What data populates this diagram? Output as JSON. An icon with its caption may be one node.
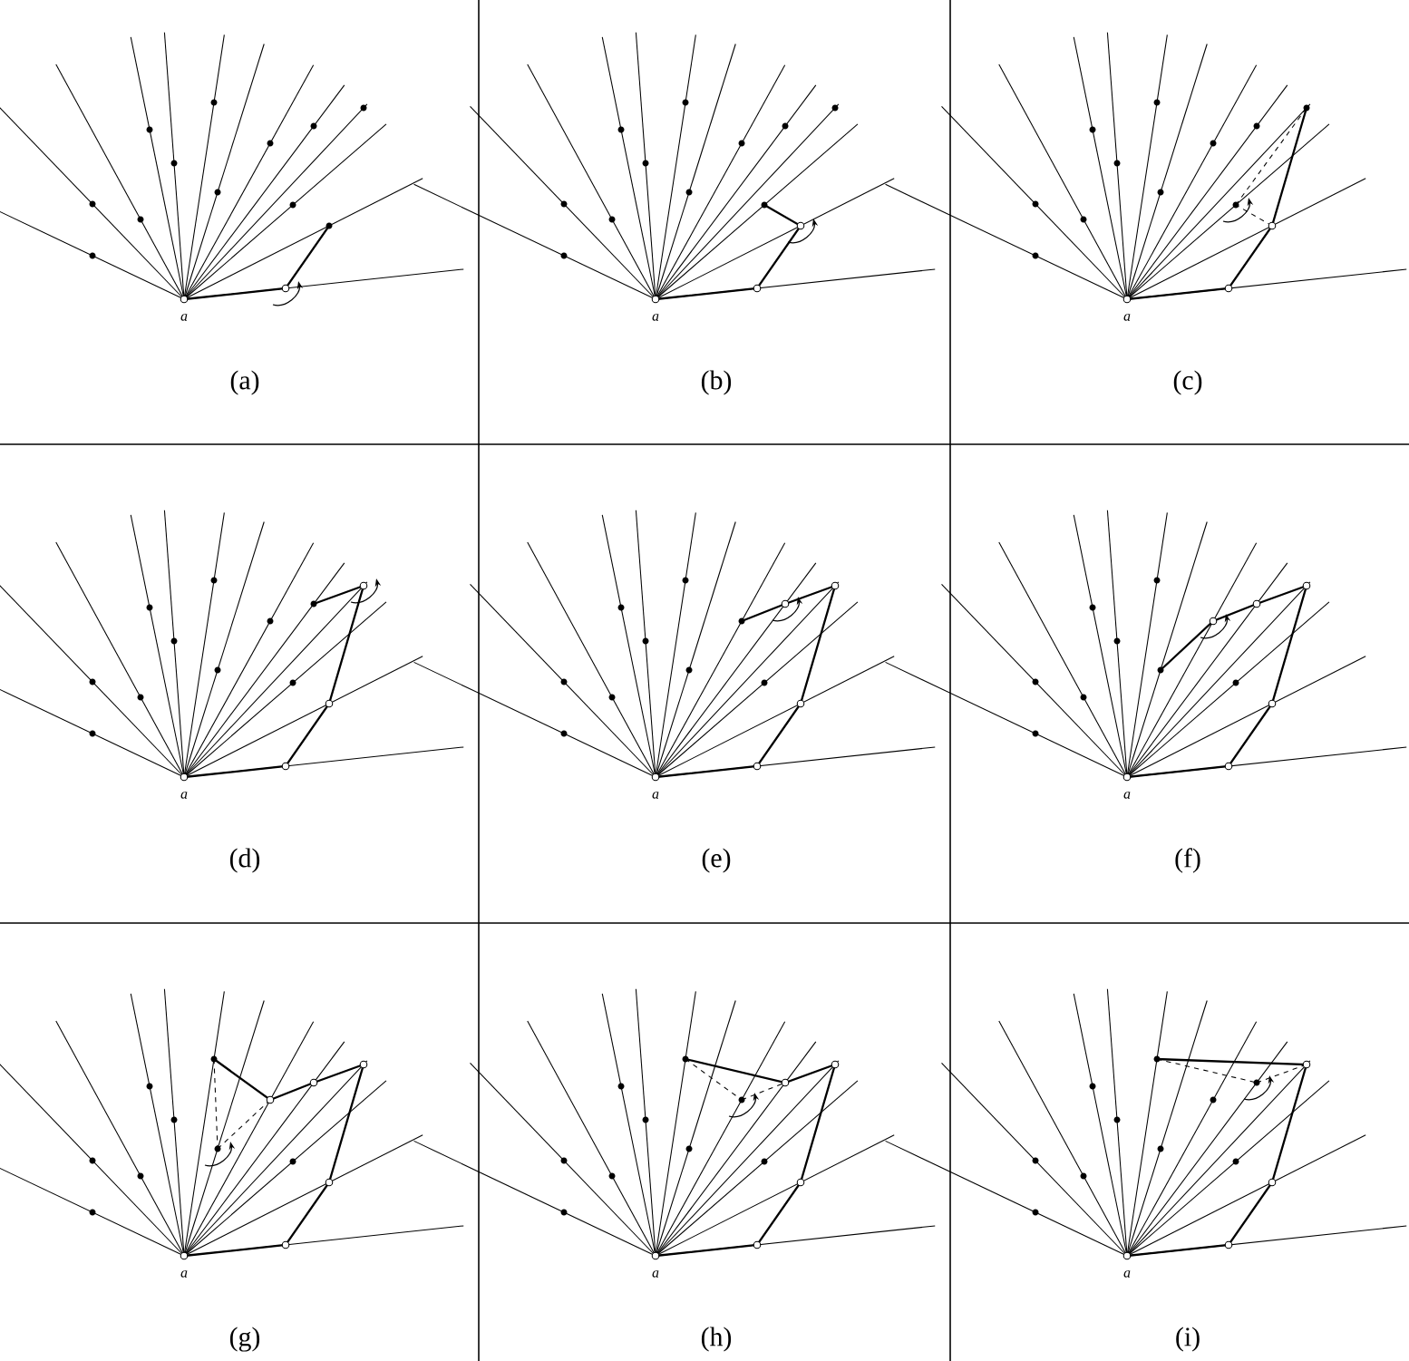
{
  "diagram": {
    "labels": [
      "a",
      "(a)",
      "a",
      "(b)",
      "a",
      "(c)",
      "a",
      "(d)",
      "a",
      "(e)",
      "a",
      "(f)",
      "a",
      "(g)",
      "a",
      "(h)",
      "a",
      "(i)"
    ]
  }
}
